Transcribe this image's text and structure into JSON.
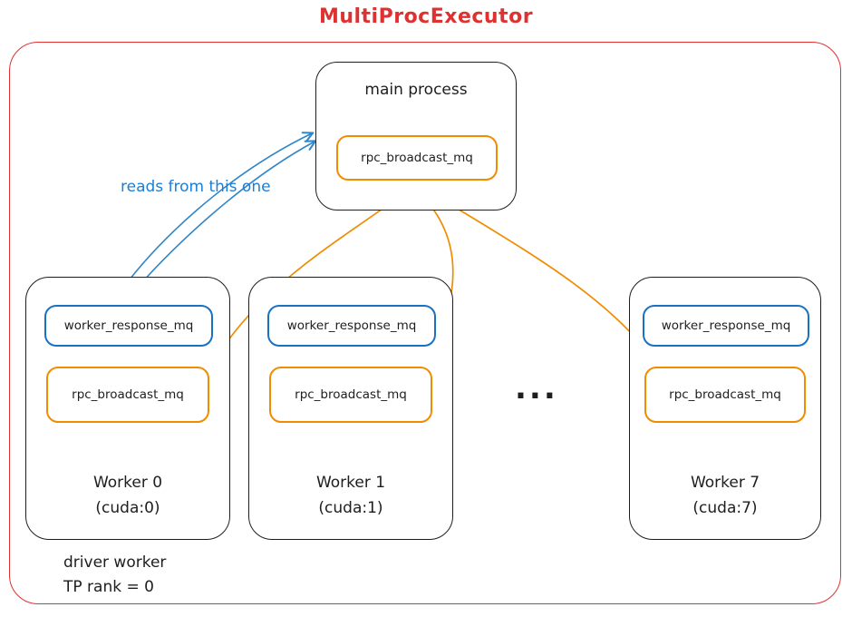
{
  "title": "MultiProcExecutor",
  "colors": {
    "boundary_red": "#e03131",
    "queue_orange": "#f08c00",
    "queue_blue": "#1971c2",
    "ink_black": "#1e1e1e",
    "annotation_blue": "#1c7ed6"
  },
  "main_process": {
    "label": "main process",
    "queue": "rpc_broadcast_mq"
  },
  "annotation": {
    "reads_from": "reads from this one"
  },
  "workers": [
    {
      "name": "Worker 0",
      "device": "(cuda:0)",
      "response_queue": "worker_response_mq",
      "broadcast_queue": "rpc_broadcast_mq"
    },
    {
      "name": "Worker 1",
      "device": "(cuda:1)",
      "response_queue": "worker_response_mq",
      "broadcast_queue": "rpc_broadcast_mq"
    },
    {
      "name": "Worker 7",
      "device": "(cuda:7)",
      "response_queue": "worker_response_mq",
      "broadcast_queue": "rpc_broadcast_mq"
    }
  ],
  "ellipsis": "...",
  "footnote": {
    "line1": "driver worker",
    "line2": "TP rank = 0"
  }
}
